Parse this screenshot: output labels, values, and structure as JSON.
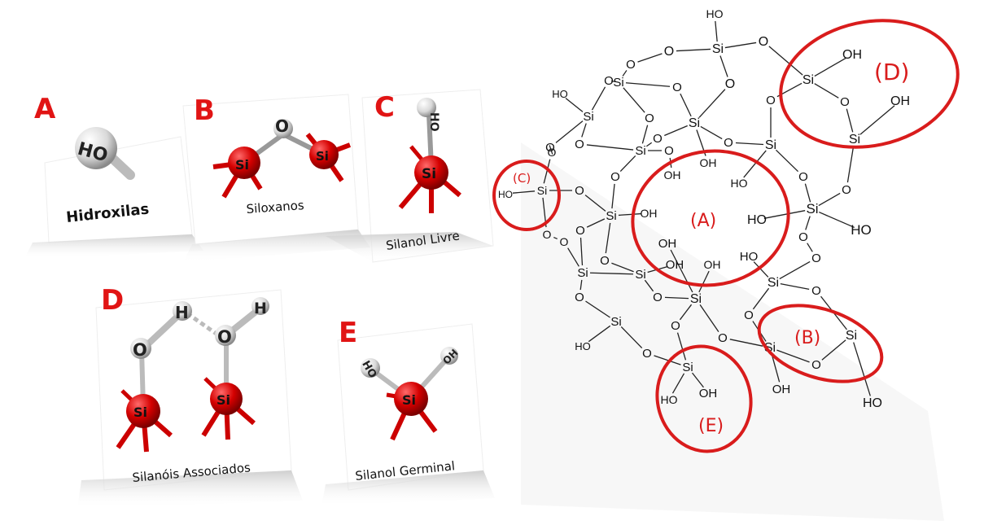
{
  "panels": [
    {
      "letter": "A",
      "caption": "Hidroxilas"
    },
    {
      "letter": "B",
      "caption": "Siloxanos"
    },
    {
      "letter": "C",
      "caption": "Silanol Livre"
    },
    {
      "letter": "D",
      "caption": "Silanóis Associados"
    },
    {
      "letter": "E",
      "caption": "Silanol Germinal"
    }
  ],
  "atoms": {
    "si": "Si",
    "o": "O",
    "h": "H",
    "ho": "HO",
    "oh": "OH"
  },
  "regions": {
    "a": "(A)",
    "b": "(B)",
    "c": "(C)",
    "d": "(D)",
    "e": "(E)"
  },
  "colors": {
    "accent": "#e11414",
    "si_atom": "#d40000",
    "h_atom": "#e8e8e8",
    "region_ring": "#d91c1c"
  }
}
